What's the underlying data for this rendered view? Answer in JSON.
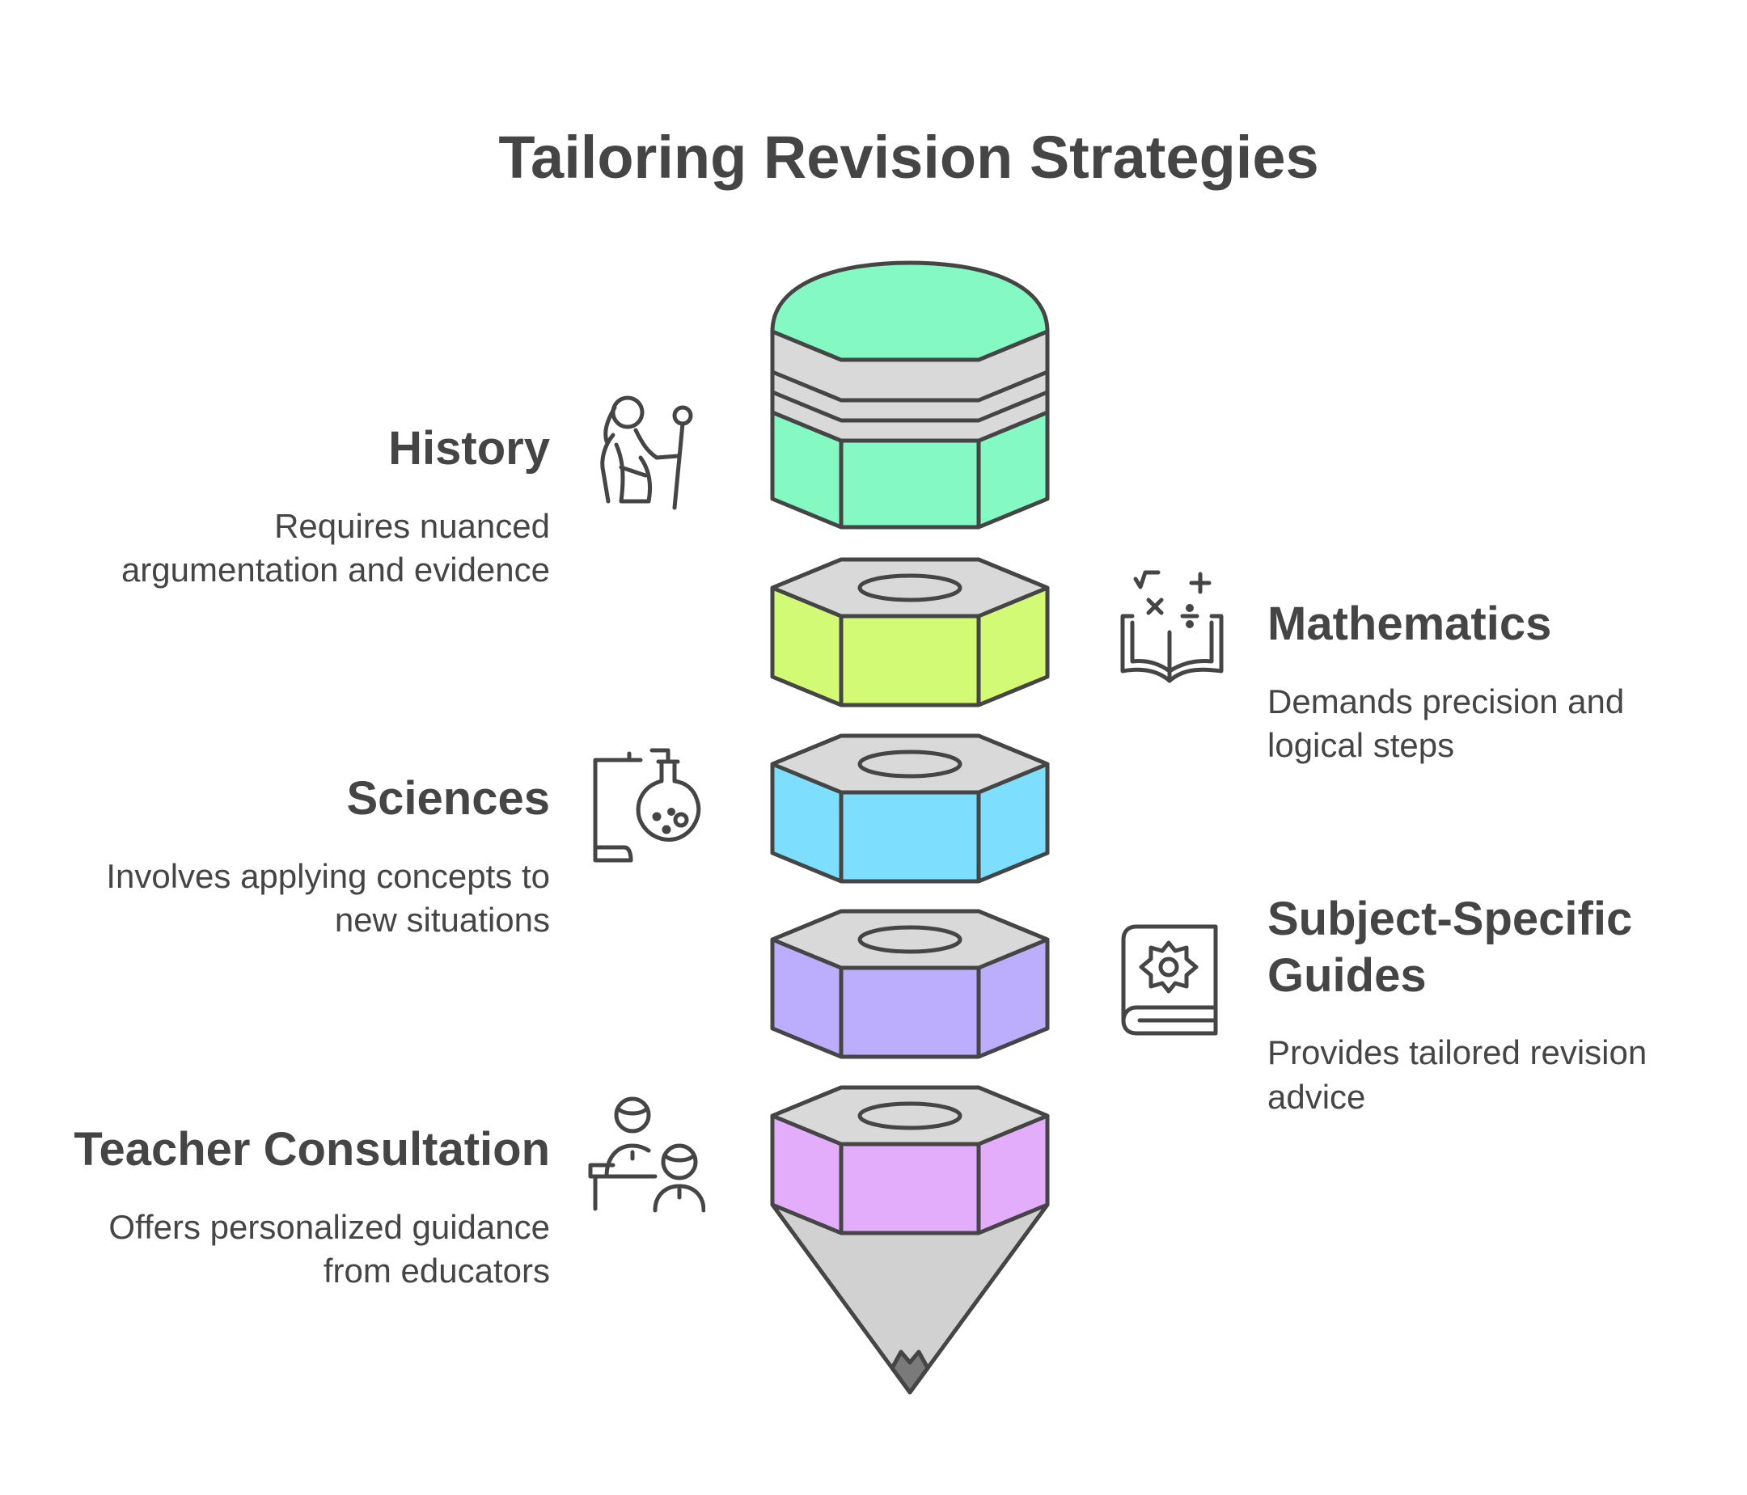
{
  "title": "Tailoring Revision Strategies",
  "items": [
    {
      "heading": "History",
      "description": "Requires nuanced argumentation and evidence",
      "side": "left",
      "icon": "historical-figure-icon",
      "color": "#84F9C4"
    },
    {
      "heading": "Mathematics",
      "description": "Demands precision and logical steps",
      "side": "right",
      "icon": "math-book-icon",
      "color": "#D2FA75"
    },
    {
      "heading": "Sciences",
      "description": "Involves applying concepts to new situations",
      "side": "left",
      "icon": "lab-flask-icon",
      "color": "#7DDFFD"
    },
    {
      "heading": "Subject-Specific Guides",
      "description": "Provides tailored revision advice",
      "side": "right",
      "icon": "gear-book-icon",
      "color": "#BCADFD"
    },
    {
      "heading": "Teacher Consultation",
      "description": "Offers personalized guidance from educators",
      "side": "left",
      "icon": "teacher-student-icon",
      "color": "#E3ADFC"
    }
  ],
  "colors": {
    "text": "#454545",
    "outline": "#454545",
    "gray_top": "#D9D9D9",
    "tip_gray": "#D1D1D1"
  }
}
